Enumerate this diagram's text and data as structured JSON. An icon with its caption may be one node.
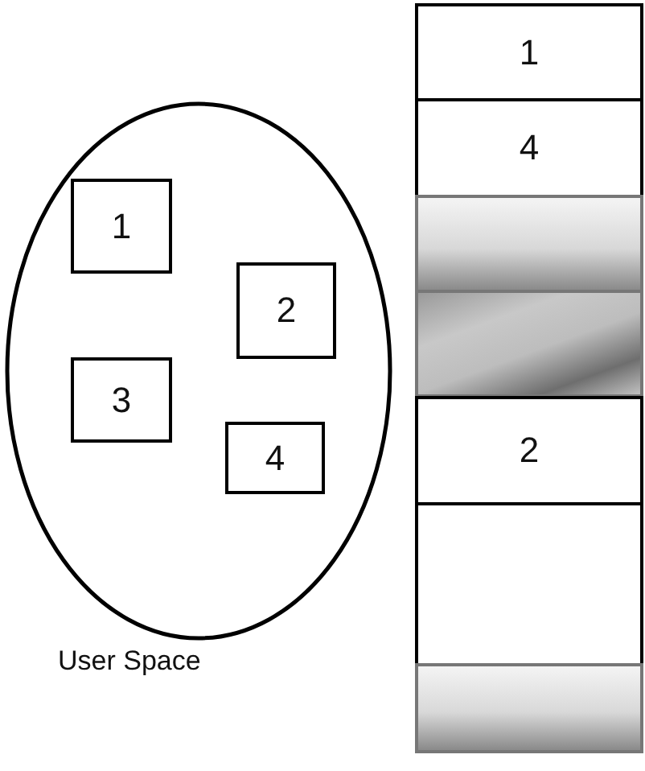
{
  "diagram": {
    "nodes": [
      {
        "text": [],
        "shape": "circle",
        "beside": [
          "User Space"
        ]
      },
      {
        "text": [
          "1"
        ],
        "in": 0
      },
      {
        "text": [
          "2"
        ],
        "in": 0
      },
      {
        "text": [
          "3"
        ],
        "in": 0
      },
      {
        "text": [
          "4"
        ],
        "in": 0
      },
      {
        "text": [
          "1"
        ]
      },
      {
        "text": [
          "4"
        ]
      },
      {
        "text": [],
        "shape": "box"
      },
      {
        "text": [],
        "shape": "box"
      },
      {
        "text": [
          "2"
        ]
      },
      {
        "text": [],
        "shape": "box"
      },
      {
        "text": [],
        "shape": "box"
      }
    ],
    "edges": []
  }
}
